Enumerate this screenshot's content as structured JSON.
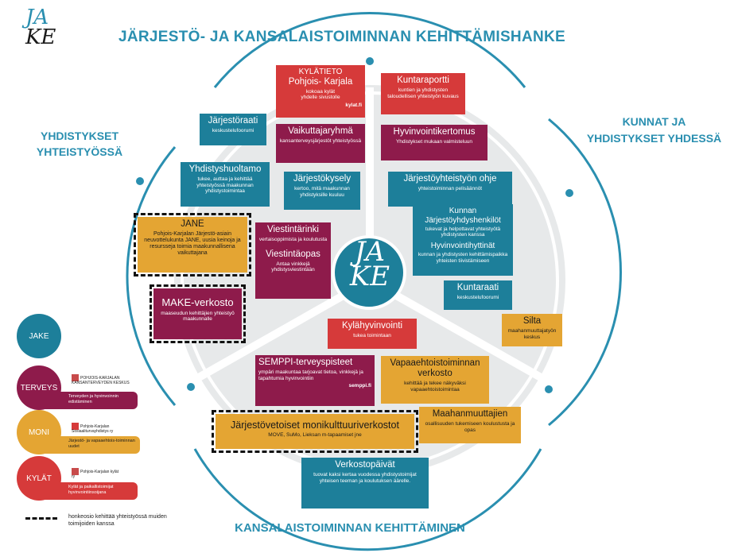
{
  "logo": {
    "line1": "JA",
    "line2": "KE"
  },
  "headings": {
    "title": "JÄRJESTÖ- JA KANSALAISTOIMINNAN KEHITTÄMISHANKE",
    "left_line1": "YHDISTYKSET",
    "left_line2": "YHTEISTYÖSSÄ",
    "right_line1": "KUNNAT JA",
    "right_line2": "YHDISTYKSET  YHDESSÄ",
    "bottom": "KANSALAISTOIMINNAN  KEHITTÄMINEN"
  },
  "center": {
    "line1": "JA",
    "line2": "KE"
  },
  "boxes": {
    "kylatieto": {
      "title1": "KYLÄTIETO",
      "title2": "Pohjois- Karjala",
      "sub1": "kokoaa kylät",
      "sub2": "yhdelle sivustolle",
      "web": "kylat.fi"
    },
    "kuntaraportti": {
      "title": "Kuntaraportti",
      "sub": "kuntien ja yhdistysten taloudellisen yhteistyön kuvaus"
    },
    "jarjestoraati": {
      "title": "Järjestöraati",
      "sub": "keskustelufoorumi"
    },
    "vaikuttajaryhma": {
      "title": "Vaikuttajaryhmä",
      "sub": "kansanterveysjärjestöt yhteistyössä"
    },
    "hyvinvointikertomus": {
      "title": "Hyvinvointikertomus",
      "sub": "Yhdistykset mukaan valmisteluun"
    },
    "yhdistyshuoltamo": {
      "title": "Yhdistyshuoltamo",
      "sub": "tukee, auttaa ja kehittää yhteistyössä maakunnan yhdistystoimintaa"
    },
    "jarjestokysely": {
      "title": "Järjestökysely",
      "sub": "kertoo, mitä maakunnan yhdistyksille kuuluu"
    },
    "ohje": {
      "title": "Järjestöyhteistyön ohje",
      "sub": "yhteistoiminnan pelisäännöt"
    },
    "jane": {
      "title": "JANE",
      "sub": "Pohjois-Karjalan Järjestö-asiain neuvottelukunta JANE, uusia keinoja ja resursseja toimia maakunnallisena vaikuttajana"
    },
    "viestintarinki": {
      "title": "Viestintärinki",
      "sub": "vertaisoppimista ja koulutusta"
    },
    "viestintaopas": {
      "title": "Viestintäopas",
      "sub": "Antaa vinkkejä yhdistysviestintään"
    },
    "kunnan": {
      "title": "Kunnan Järjestöyhdyshenkilöt",
      "sub": "tukevat ja helpottavat yhteistyötä yhdistysten kanssa",
      "title2": "Hyvinvointihyttinät",
      "sub2": "kunnan ja yhdistysten kehittämispaikka yhteisten tiivistämiseen"
    },
    "kuntaraati": {
      "title": "Kuntaraati",
      "sub": "keskustelufoorumi"
    },
    "make": {
      "title": "MAKE-verkosto",
      "sub": "maaseudun kehittäjien yhteistyö maakunnalle"
    },
    "kylahyvinvointi": {
      "title": "Kylähyvinvointi",
      "sub": "tukea toimintaan"
    },
    "silta": {
      "title": "Silta",
      "sub": "maahanmuuttajatyön keskus"
    },
    "semppi": {
      "title": "SEMPPI-terveyspisteet",
      "sub": "ympäri maakuntaa tarjoavat tietoa, vinkkejä ja tapahtumia hyvinvointiin",
      "web": "semppi.fi"
    },
    "vapaaehtois": {
      "title": "Vapaaehtoistoiminnan verkosto",
      "sub1": "kehittää ja tekee näkyväksi",
      "sub2": "vapaaehtoistoimintaa"
    },
    "monikulttuuri": {
      "title": "Järjestövetoiset monikulttuuriverkostot",
      "sub": "MOVE, SuMo, Lieksan m-tapaamiset jne"
    },
    "maahanmuuttajien": {
      "title": "Maahanmuuttajien",
      "sub": "osallisuuden tukemiseen koulustusta ja opas"
    },
    "verkostopaivat": {
      "title": "Verkostopäivät",
      "sub": "tuovat kaksi kertaa vuodessa yhdistystoimijat yhteisen teeman ja koulutuksen äärelle."
    }
  },
  "legend": {
    "jake": "JAKE",
    "terveys": {
      "label": "TERVEYS",
      "org": "POHJOIS-KARJALAN KANSANTERVEYDEN KESKUS",
      "desc": "Terveyden ja hyvinvoinnin edistäminen"
    },
    "moni": {
      "label": "MONI",
      "org": "Pohjois-Karjalan Sosiaaliturvayhdistys ry",
      "desc": "Järjestö- ja vapaaehtois-toiminnan uudet"
    },
    "kylat": {
      "label": "KYLÄT",
      "org": "Pohjois-Karjalan kylät ry",
      "desc": "Kylät ja paikallistoimijat hyvinvointiinsoijana"
    },
    "dashed_note": "honkeosio kehittää yhteistyössä muiden toimijoiden kanssa"
  },
  "colors": {
    "blue": "#1d7f9a",
    "red": "#d63a3a",
    "purple": "#8e1b4b",
    "orange": "#e4a533",
    "heading": "#2a8fb0"
  }
}
